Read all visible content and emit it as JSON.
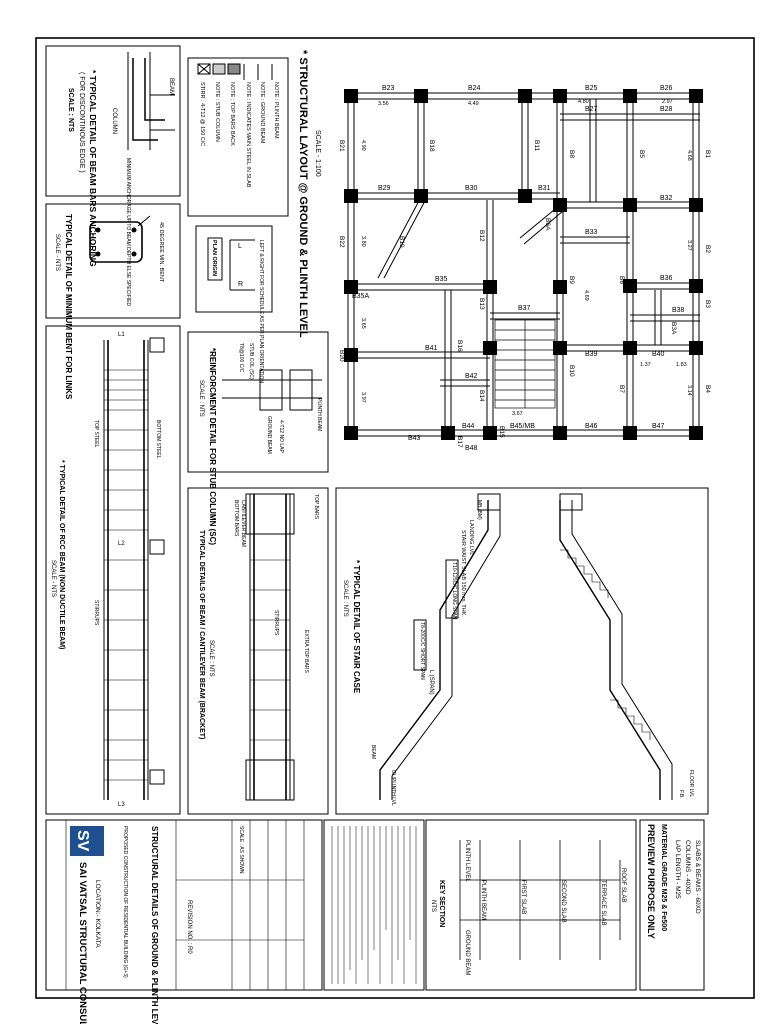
{
  "main_plan": {
    "title": "* STRUCTURAL LAYOUT @ GROUND & PLINTH LEVEL",
    "scale": "SCALE - 1:100",
    "beams": [
      "B23",
      "B24",
      "B25",
      "B26",
      "B27",
      "B28",
      "B29",
      "B30",
      "B31",
      "B32",
      "B33",
      "B34",
      "B35",
      "B35A",
      "B36",
      "B37",
      "B38",
      "B39",
      "B40",
      "B41",
      "B42",
      "B43",
      "B44",
      "B45/MB",
      "B46",
      "B47",
      "B48",
      "B1",
      "B2",
      "B3",
      "B4",
      "B5",
      "B6",
      "B7",
      "B8",
      "B9",
      "B10",
      "B11",
      "B12",
      "B13",
      "B14",
      "B15",
      "B16",
      "B17",
      "B18",
      "B19",
      "B20",
      "B21",
      "B22",
      "B3A",
      "B6A"
    ],
    "dims": [
      "3.56",
      "4.49",
      "4.80",
      "2.97",
      "4.90",
      "4.68",
      "3.80",
      "3.27",
      "4.69",
      "3.65",
      "3.97",
      "1.37",
      "1.83",
      "3.14",
      "3.67"
    ]
  },
  "anchor_detail": {
    "title": "* TYPICAL DETAIL OF BEAM BARS ANCHORING",
    "sub": "( FOR DISCONTINOUS EDGE )",
    "scale": "SCALE : NTS",
    "labels": [
      "BEAM",
      "COLUMN",
      "MINIMUM ANCHORAGE UP TO BEAM DEPTH ELSE SPECIFIED"
    ]
  },
  "notes": [
    "NOTE : PLINTH BEAM",
    "NOTE : GROUND BEAM",
    "NOTE : INDICATES MAIN STEEL IN SLAB",
    "NOTE : TOP BARS BACK",
    "NOTE : STUB COLUMN",
    "STIRR : 4-T12 @ 150 C/C"
  ],
  "plan_orient": {
    "title": "PLAN ORIGIN",
    "L": "L",
    "R": "R",
    "note": "LEFT & RIGHT FOR SCHEDULE AS PER PLAN ORIENTATION"
  },
  "links_detail": {
    "title": "TYPICAL DETAIL OF MINIMUM BENT FOR LINKS",
    "scale": "SCALE - NTS",
    "note": "45 DEGREE MIN. BENT"
  },
  "stub_detail": {
    "title": "*REINFORCMENT DETAIL FOR STUB COLUMN (SC)",
    "scale": "SCALE : NTS",
    "labels": [
      "T8@100 C/C",
      "STUB COL (SC)",
      "PLINTH BEAM",
      "GROUND BEAM",
      "4-T12 NO LAP"
    ]
  },
  "beam_detail": {
    "title": "* TYPICAL DETAIL OF RCC BEAM (NON DUCTILE BEAM)",
    "scale": "SCALE - NTS",
    "labels": [
      "L1",
      "L2",
      "L3",
      "TOP STEEL",
      "BOTTOM STEEL",
      "STIRRUPS"
    ]
  },
  "cant_detail": {
    "title": "TYPICAL DETAILS OF BEAM / CANTILEVER BEAM (BRACKET)",
    "scale": "SCALE : NTS",
    "labels": [
      "TOP BARS",
      "BOTTOM BARS",
      "CANTILEVER BEAM",
      "EXTRA TOP BARS",
      "STIRRUPS"
    ]
  },
  "stair_detail": {
    "title": "* TYPICAL DETAIL OF STAIR CASE",
    "scale": "SCALE : NTS",
    "labels": [
      "MB (BM)",
      "LANDING LVL",
      "STAIR WAIST SLAB 150 mm. THK.",
      "T10-125C/C LONG SPAN",
      "T8-200C/C SHORT SPAN",
      "L (SPAN)",
      "GL/PLINTH LVL",
      "BEAM",
      "FLOOR LVL",
      "F.B."
    ]
  },
  "key_section": {
    "title": "KEY SECTION",
    "scale": "NTS",
    "labels": [
      "ROOF SLAB",
      "TERRACE SLAB",
      "FIRST SLAB",
      "SECOND SLAB",
      "PLINTH BEAM",
      "GROUND BEAM",
      "PLINTH LEVEL"
    ]
  },
  "material": {
    "stamp": "PREVIEW PURPOSE ONLY",
    "grade": "MATERIAL GRADE  M25 & Fe500",
    "lap": "LAP LENGTH       - M25",
    "columns": "COLUMNS          - 40XD",
    "slabs": "SLABS & BEAMS   - 60XD"
  },
  "title_block": {
    "sheet_title": "STRUCTURAL DETAILS OF GROUND & PLINTH LEVEL",
    "project": "PROPOSED CONSTRUCTION OF RESIDENTIAL BUILDING (G+3)",
    "company": "SAI VATSAL STRUCTURAL CONSULTANTS",
    "location": "LOCATION:- KOLKATA",
    "logo": "SV",
    "rev": "REVISION NO. : R0",
    "scale": "SCALE : AS SHOWN"
  }
}
